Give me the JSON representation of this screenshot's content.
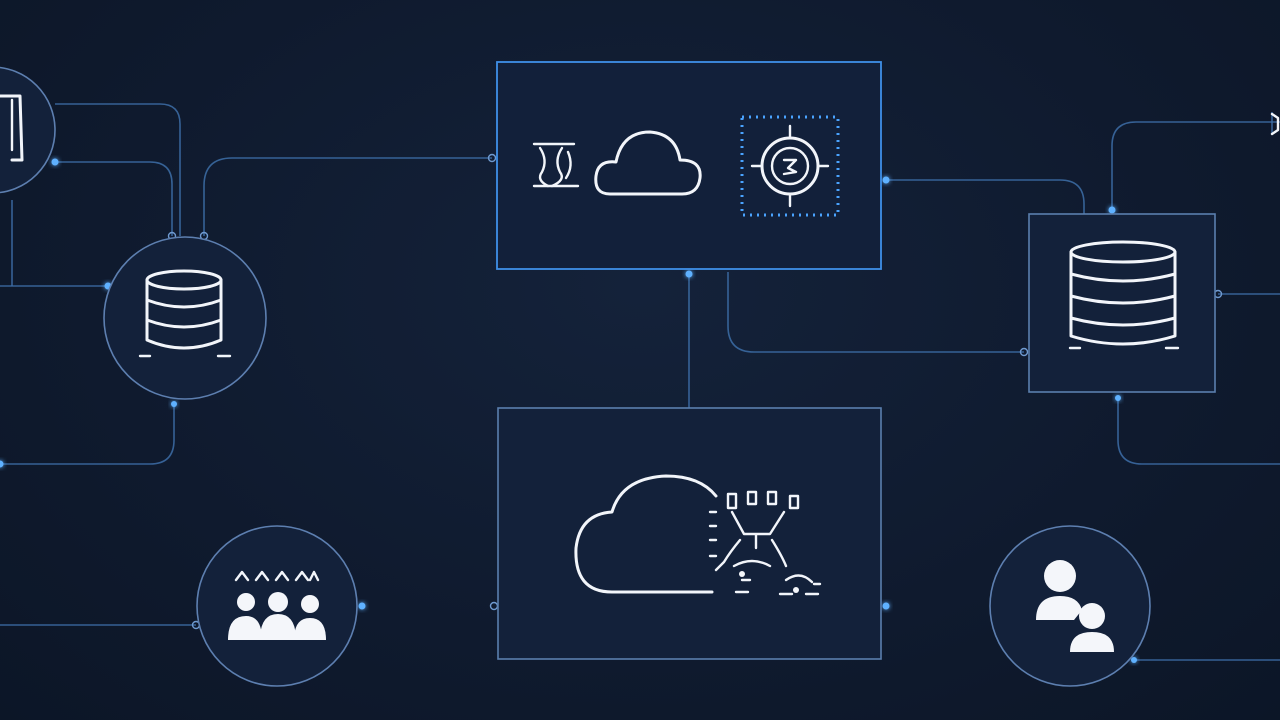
{
  "diagram": {
    "description_free": true,
    "colors": {
      "background": "#0f1a2e",
      "line": "#3d6ea8",
      "accent": "#4aa3ff",
      "icon": "#f2f5fa"
    },
    "nodes": [
      {
        "id": "top-left-partial",
        "icon": "device-icon"
      },
      {
        "id": "left-database",
        "icon": "database-icon"
      },
      {
        "id": "top-center-panel",
        "icon": [
          "antenna-icon",
          "cloud-icon",
          "chip-icon"
        ]
      },
      {
        "id": "right-database",
        "icon": "database-icon"
      },
      {
        "id": "bottom-center-panel",
        "icon": [
          "cloud-icon",
          "network-cluster-icon"
        ]
      },
      {
        "id": "bottom-left-group",
        "icon": "user-group-icon"
      },
      {
        "id": "bottom-right-users",
        "icon": "users-icon"
      }
    ]
  }
}
